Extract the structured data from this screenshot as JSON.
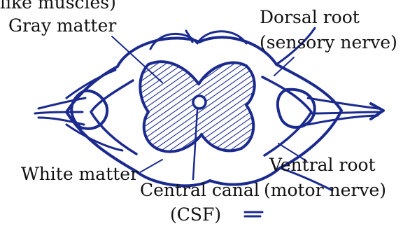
{
  "labels": {
    "top_cutoff": "like muscles)",
    "gray_matter": "Gray matter",
    "dorsal_root_line1": "Dorsal root",
    "dorsal_root_line2": "(sensory nerve)",
    "white_matter": "White matter",
    "ventral_root_line1": "Ventral root",
    "ventral_root_line2": "(motor nerve)",
    "central_canal_line1": "Central canal",
    "central_canal_line2": "(CSF)"
  },
  "colors": {
    "ink": "#1b2a8f",
    "text": "#111111"
  }
}
